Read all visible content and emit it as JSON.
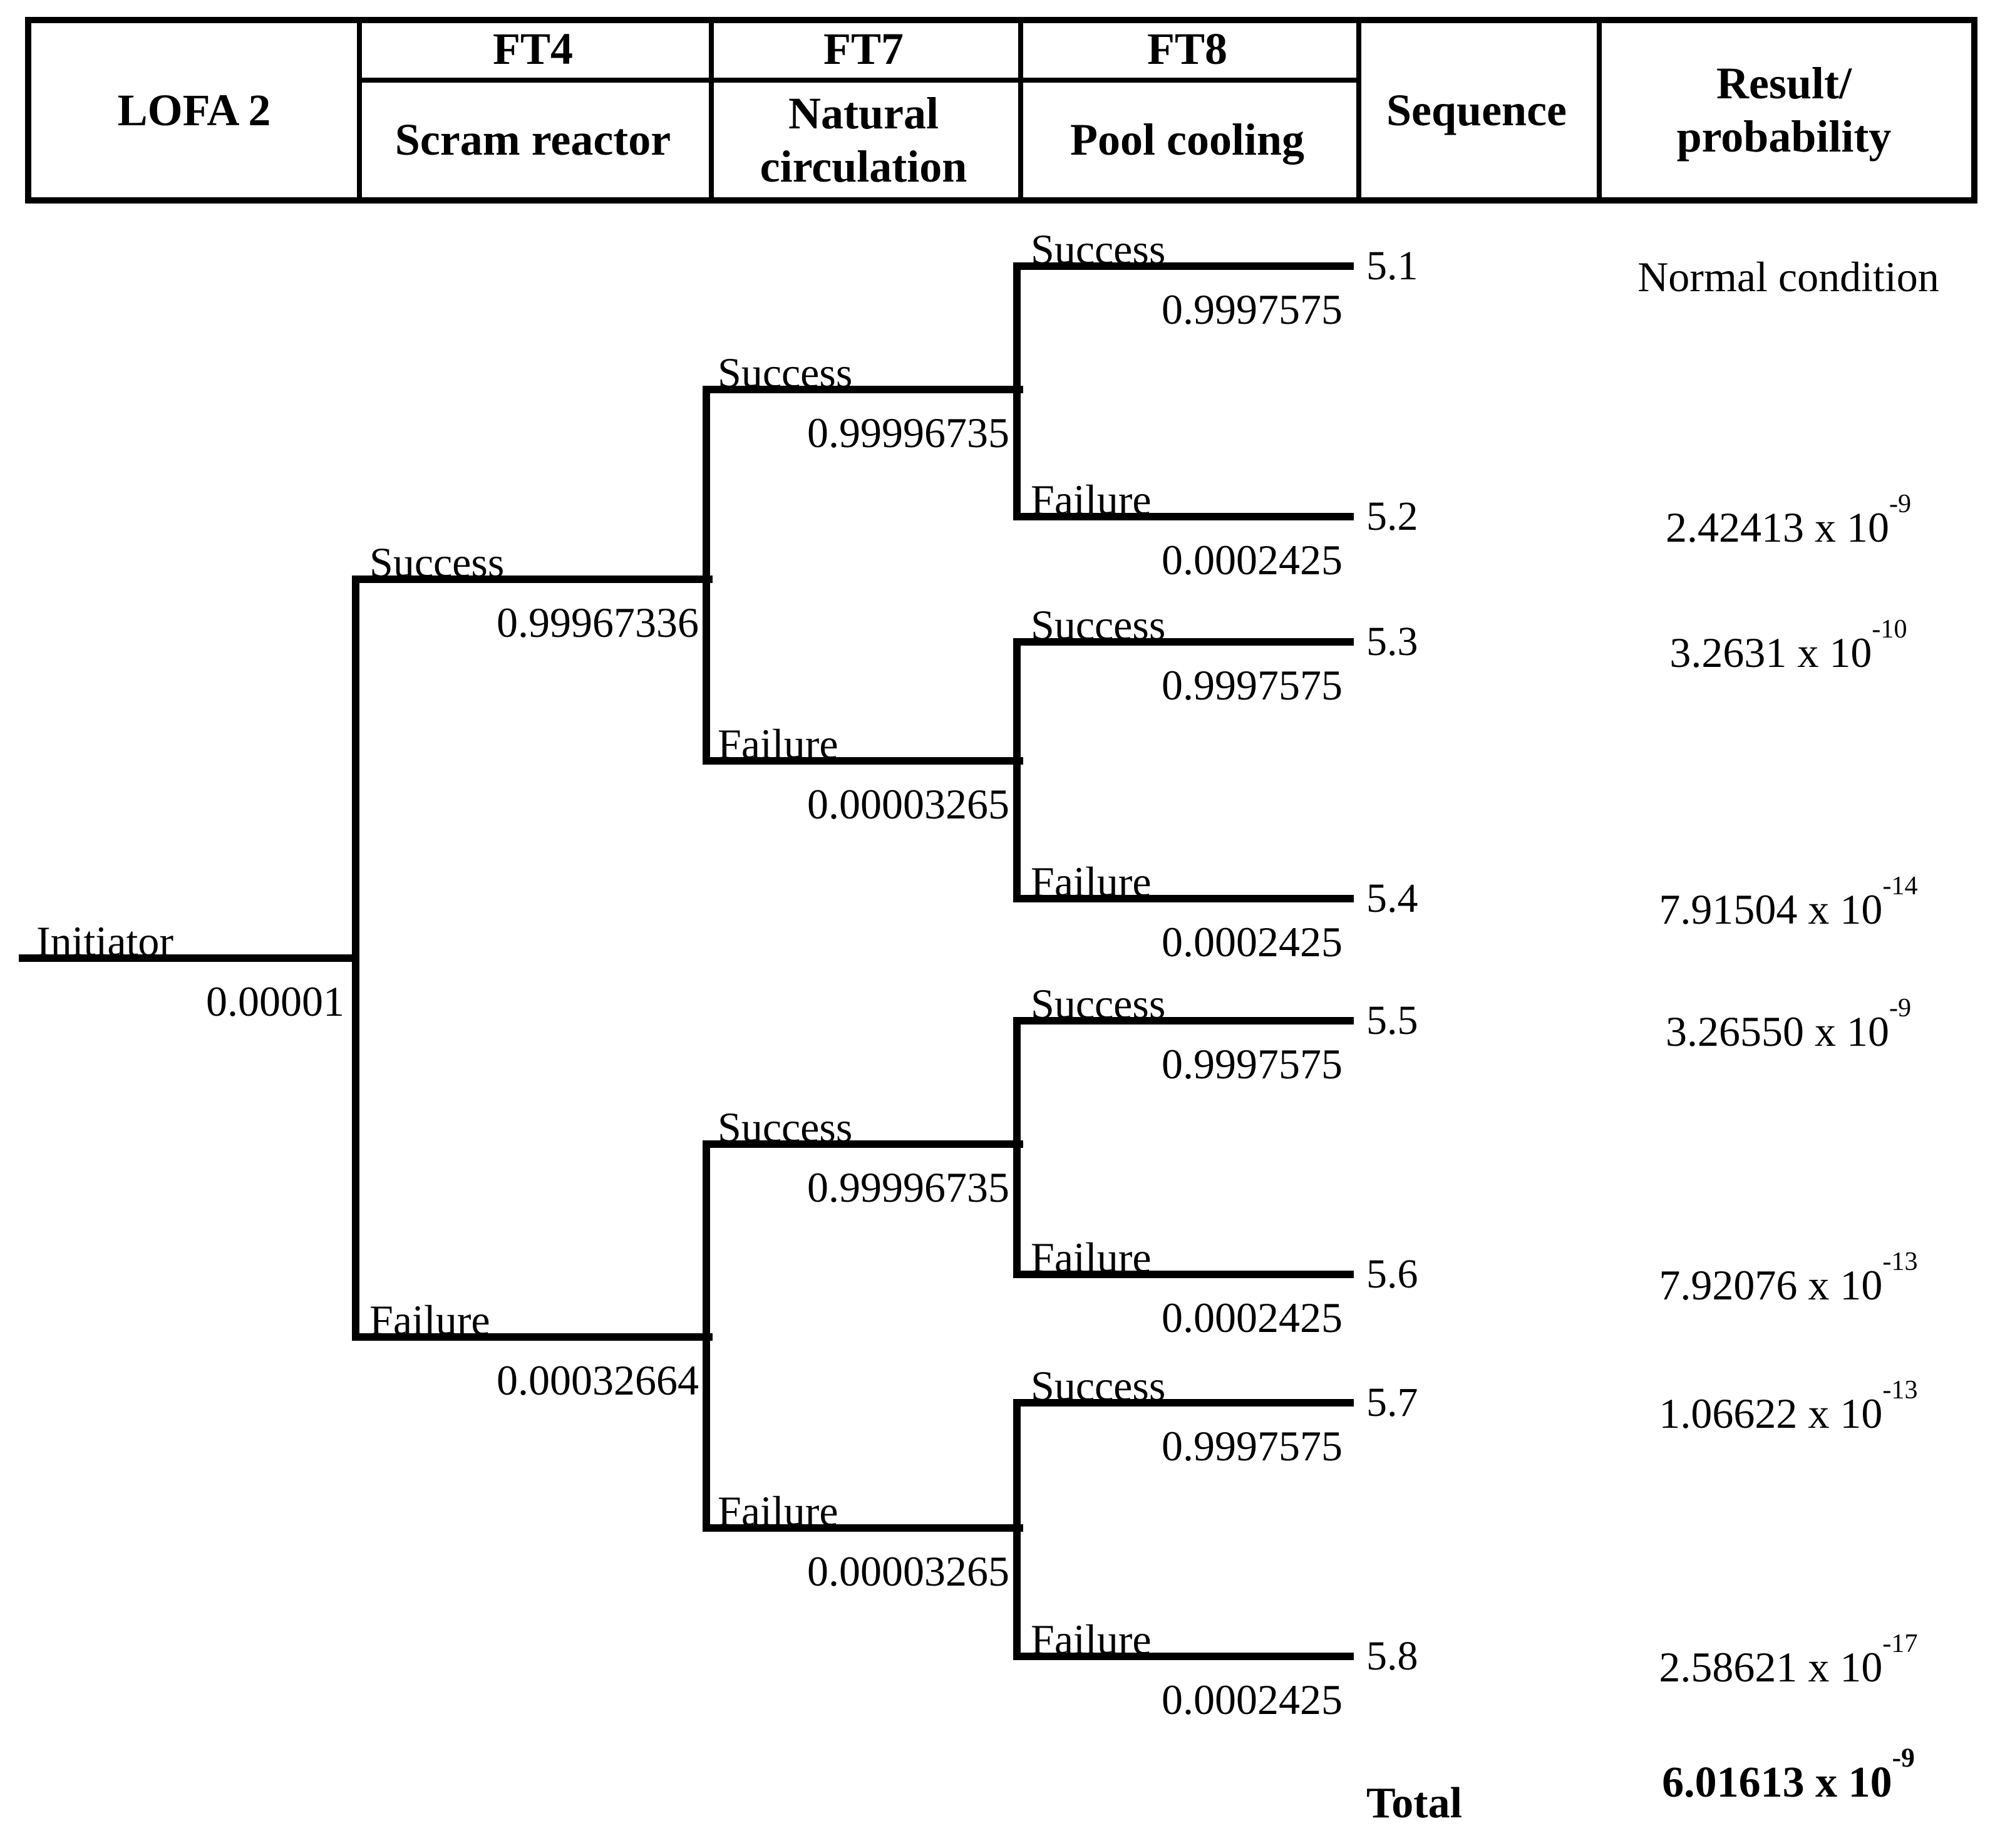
{
  "header": {
    "event_label": "LOFA 2",
    "top_events": [
      {
        "code": "FT4",
        "name": "Scram reactor"
      },
      {
        "code": "FT7",
        "name": "Natural circulation"
      },
      {
        "code": "FT8",
        "name": "Pool cooling"
      }
    ],
    "sequence_label": "Sequence",
    "result_label_line1": "Result/",
    "result_label_line2": "probability"
  },
  "initiator": {
    "label": "Initiator",
    "probability": "0.00001"
  },
  "ft4": {
    "success": {
      "label": "Success",
      "probability": "0.99967336"
    },
    "failure": {
      "label": "Failure",
      "probability": "0.00032664"
    }
  },
  "ft7": {
    "upper_success": {
      "label": "Success",
      "probability": "0.99996735"
    },
    "upper_failure": {
      "label": "Failure",
      "probability": "0.00003265"
    },
    "lower_success": {
      "label": "Success",
      "probability": "0.99996735"
    },
    "lower_failure": {
      "label": "Failure",
      "probability": "0.00003265"
    }
  },
  "rows": [
    {
      "branch": {
        "label": "Success",
        "probability": "0.9997575"
      },
      "sequence": "5.1",
      "result": {
        "base": "Normal condition",
        "exp": ""
      }
    },
    {
      "branch": {
        "label": "Failure",
        "probability": "0.0002425"
      },
      "sequence": "5.2",
      "result": {
        "base": "2.42413 x 10",
        "exp": "-9"
      }
    },
    {
      "branch": {
        "label": "Success",
        "probability": "0.9997575"
      },
      "sequence": "5.3",
      "result": {
        "base": "3.2631 x 10",
        "exp": "-10"
      }
    },
    {
      "branch": {
        "label": "Failure",
        "probability": "0.0002425"
      },
      "sequence": "5.4",
      "result": {
        "base": "7.91504 x 10",
        "exp": "-14"
      }
    },
    {
      "branch": {
        "label": "Success",
        "probability": "0.9997575"
      },
      "sequence": "5.5",
      "result": {
        "base": "3.26550 x 10",
        "exp": "-9"
      }
    },
    {
      "branch": {
        "label": "Failure",
        "probability": "0.0002425"
      },
      "sequence": "5.6",
      "result": {
        "base": "7.92076 x 10",
        "exp": "-13"
      }
    },
    {
      "branch": {
        "label": "Success",
        "probability": "0.9997575"
      },
      "sequence": "5.7",
      "result": {
        "base": "1.06622 x 10",
        "exp": "-13"
      }
    },
    {
      "branch": {
        "label": "Failure",
        "probability": "0.0002425"
      },
      "sequence": "5.8",
      "result": {
        "base": "2.58621 x 10",
        "exp": "-17"
      }
    }
  ],
  "total": {
    "label": "Total",
    "result": {
      "base": "6.01613 x 10",
      "exp": "-9"
    }
  },
  "colors": {
    "foreground": "#000000",
    "background": "#ffffff"
  }
}
